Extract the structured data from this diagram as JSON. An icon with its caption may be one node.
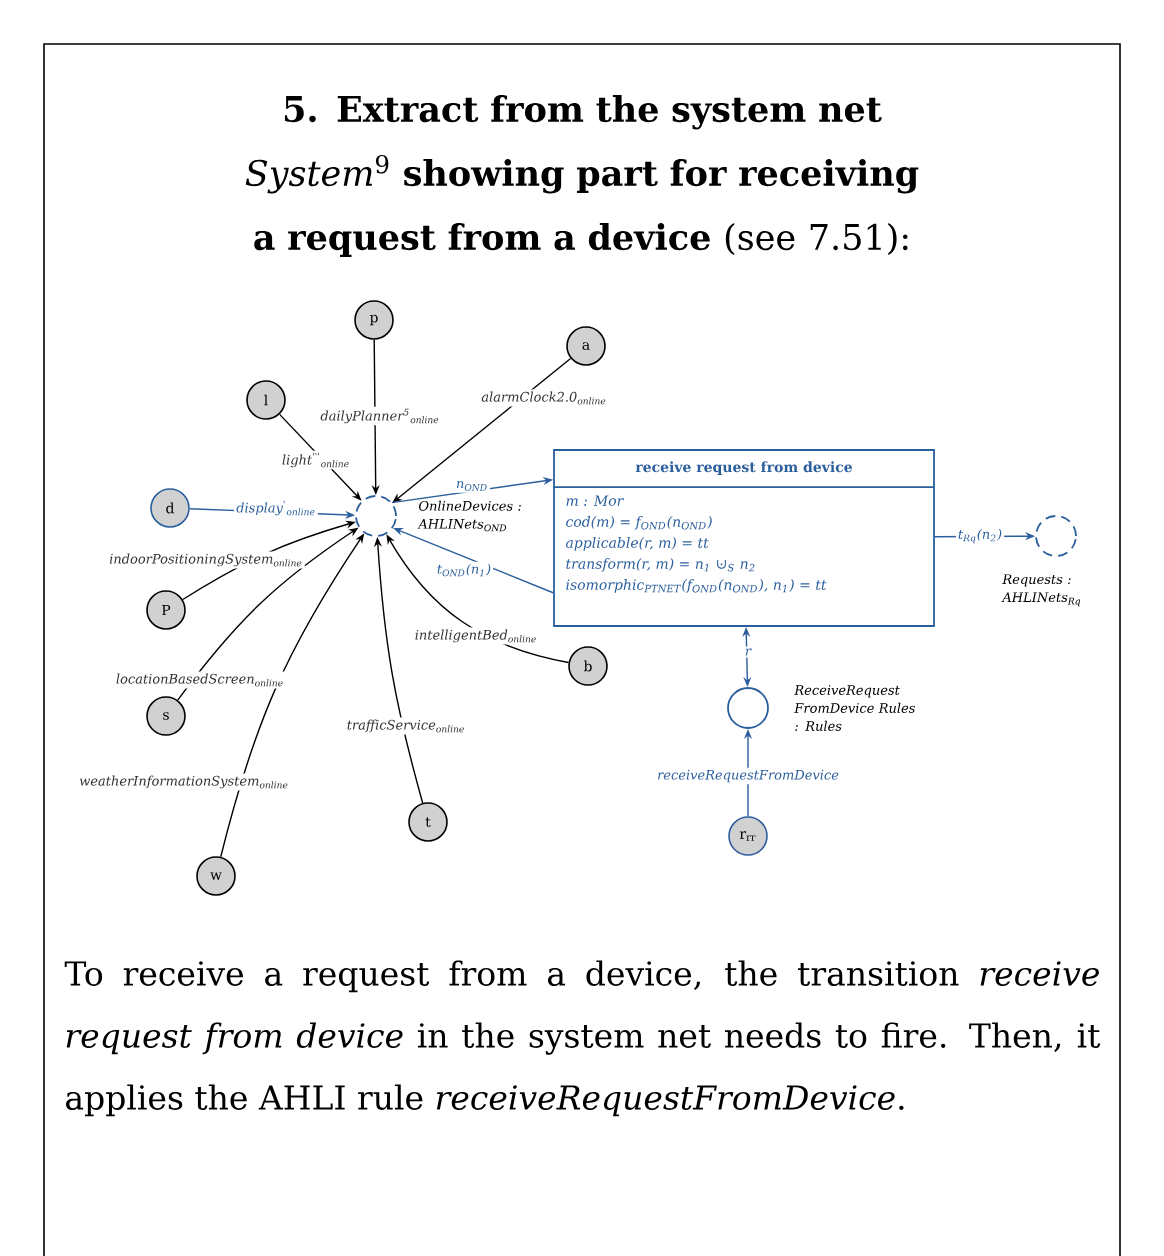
{
  "diagram": {
    "title": "**5. Extract from the system net** *System*$^{9}$ **showing part for receiving a request from a device** (see 7.51):",
    "caption": "To receive a request from a device, the transition *receive request from device* in the system net needs to fire. Then, it applies the AHLI rule *receiveRequestFromDevice*.",
    "nodes": [
      {
        "text": [
          "p"
        ]
      },
      {
        "text": [
          "l"
        ]
      },
      {
        "text": [
          "a"
        ]
      },
      {
        "text": [
          "d"
        ]
      },
      {
        "text": [
          "P"
        ]
      },
      {
        "text": [
          "s"
        ]
      },
      {
        "text": [
          "b"
        ]
      },
      {
        "text": [
          "t"
        ]
      },
      {
        "text": [
          "w"
        ]
      },
      {
        "text": [],
        "shape": "circle",
        "beside": [
          "OnlineDevices : AHLINets$_{OND}$"
        ]
      },
      {
        "text": [
          "receive request from device",
          "m : Mor",
          "cod(m) = f$_{OND}$(n$_{OND}$)",
          "applicable(r, m) = tt",
          "transform(r, m) = n$_{1}$ ⊍$_{S}$ n$_{2}$",
          "isomorphic$_{PTNET}$(f$_{OND}$(n$_{OND}$), n$_{1}$) = tt"
        ]
      },
      {
        "text": [],
        "shape": "circle",
        "beside": [
          "Requests : AHLINets$_{Rq}$"
        ]
      },
      {
        "text": [],
        "shape": "circle",
        "beside": [
          "ReceiveRequest FromDevice Rules : Rules"
        ]
      },
      {
        "text": [
          "r$_{rr}$"
        ]
      }
    ],
    "edges": [
      {
        "from": 0,
        "to": 9,
        "arrow": "to",
        "label": "dailyPlanner$^{5}$$_{online}$"
      },
      {
        "from": 1,
        "to": 9,
        "arrow": "to",
        "label": "light$^{'''}$$_{online}$"
      },
      {
        "from": 2,
        "to": 9,
        "arrow": "to",
        "label": "alarmClock2.0$_{online}$"
      },
      {
        "from": 3,
        "to": 9,
        "arrow": "to",
        "label": "display$^{'}$$_{online}$",
        "color": "#2b5e9c"
      },
      {
        "from": 4,
        "to": 9,
        "arrow": "to",
        "label": "indoorPositioningSystem$_{online}$"
      },
      {
        "from": 5,
        "to": 9,
        "arrow": "to",
        "label": "locationBasedScreen$_{online}$"
      },
      {
        "from": 6,
        "to": 9,
        "arrow": "to",
        "label": "intelligentBed$_{online}$"
      },
      {
        "from": 7,
        "to": 9,
        "arrow": "to",
        "label": "trafficService$_{online}$"
      },
      {
        "from": 8,
        "to": 9,
        "arrow": "to",
        "label": "weatherInformationSystem$_{online}$"
      },
      {
        "from": 9,
        "to": 10,
        "arrow": "to",
        "label": "n$_{OND}$",
        "color": "#2b5e9c"
      },
      {
        "from": 10,
        "to": 9,
        "arrow": "to",
        "label": "t$_{OND}$(n$_{1}$)",
        "color": "#2b5e9c"
      },
      {
        "from": 10,
        "to": 11,
        "arrow": "to",
        "label": "t$_{Rq}$(n$_{2}$)",
        "color": "#2b5e9c"
      },
      {
        "from": 12,
        "to": 10,
        "arrow": "both",
        "label": "r",
        "color": "#2b5e9c"
      },
      {
        "from": 13,
        "to": 12,
        "arrow": "to",
        "label": "receiveRequestFromDevice",
        "color": "#2b5e9c"
      }
    ]
  }
}
